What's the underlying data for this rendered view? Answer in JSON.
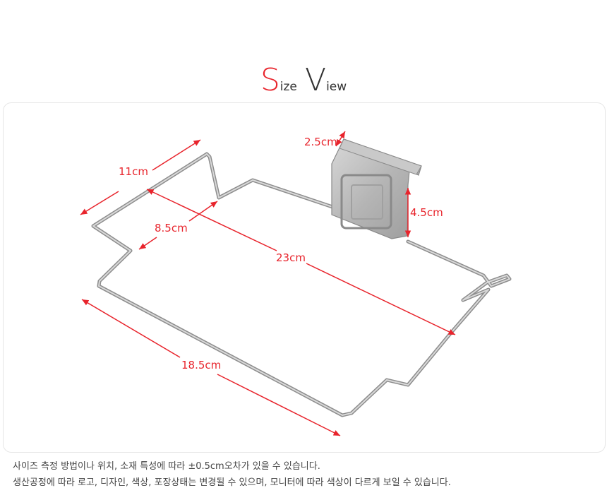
{
  "header": {
    "title_s": "S",
    "title_ize": "ize",
    "title_v": "V",
    "title_iew": "iew"
  },
  "dimensions": {
    "width_top": "11cm",
    "inner_width": "8.5cm",
    "diagonal_length": "23cm",
    "bottom_length": "18.5cm",
    "clip_width": "2.5cm",
    "clip_height": "4.5cm"
  },
  "notes": {
    "line1": "사이즈 측정 방법이나 위치, 소재 특성에 따라 ±0.5cm오차가 있을 수 있습니다.",
    "line2": "생산공정에 따라 로고, 디자인, 색상, 포장상태는 변경될 수 있으며, 모니터에 따라 색상이 다르게 보일 수 있습니다."
  },
  "colors": {
    "accent_red": "#e8242c",
    "wire": "#9a9a9a"
  }
}
